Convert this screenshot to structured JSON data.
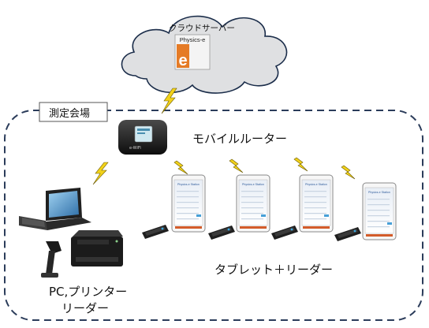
{
  "cloud": {
    "title": "クラウドサーバー",
    "logo_text": "Physics-e",
    "logo_letter": "e"
  },
  "venue_label": "測定会場",
  "router_label": "モバイルルーター",
  "router_brand": "e-WiFi",
  "tablet_label": "タブレット＋リーダー",
  "pc_label_line1": "PC,プリンター",
  "pc_label_line2": "リーダー",
  "tablet_screen_title": "Physics-e Station",
  "colors": {
    "cloud_fill": "#dfe0e2",
    "cloud_stroke": "#1b2d4a",
    "venue_border": "#2b3c5a",
    "lightning": "#f2d21a",
    "logo_orange": "#e57b26"
  }
}
